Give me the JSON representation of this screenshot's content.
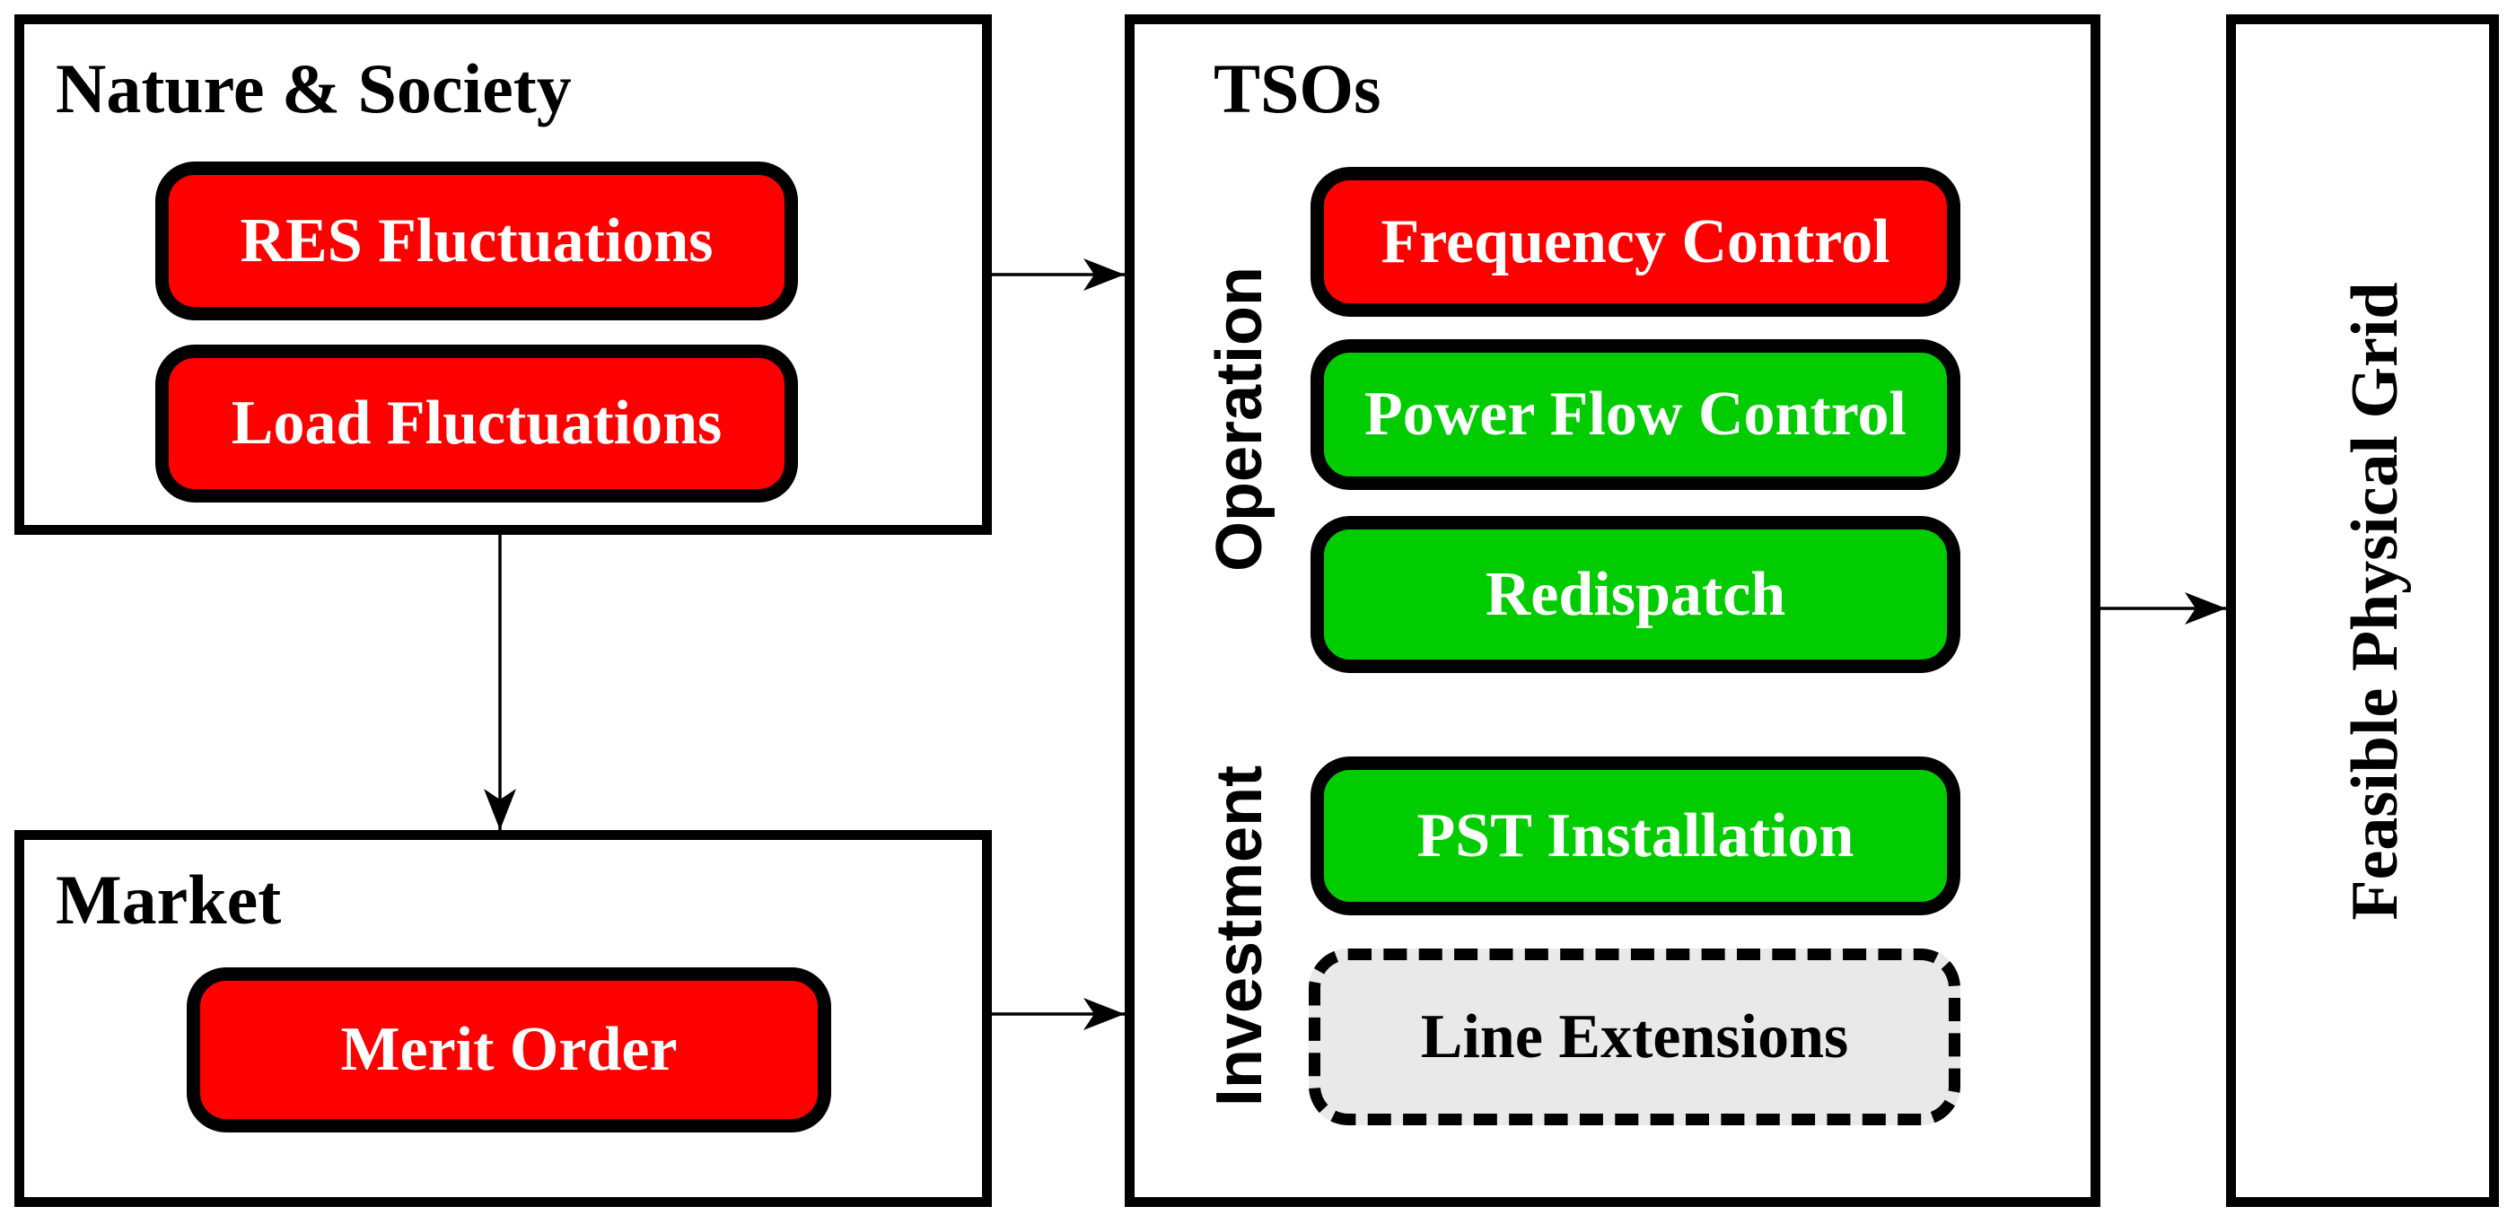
{
  "colors": {
    "red": "#ff0000",
    "green": "#00cc00",
    "gray": "#e9e9e9",
    "line": "#000000",
    "button_text_light": "#ffffff",
    "button_text_dark": "#000000"
  },
  "nature_society": {
    "title": "Nature & Society",
    "res_button": "RES Fluctuations",
    "load_button": "Load Fluctuations"
  },
  "market": {
    "title": "Market",
    "merit_button": "Merit Order"
  },
  "tsos": {
    "title": "TSOs",
    "operation_label": "Operation",
    "investment_label": "Investment",
    "frequency_button": "Frequency Control",
    "power_flow_button": "Power Flow Control",
    "redispatch_button": "Redispatch",
    "pst_button": "PST Installation",
    "line_extensions_button": "Line Extensions"
  },
  "feasible_grid": {
    "title": "Feasible Physical Grid"
  }
}
